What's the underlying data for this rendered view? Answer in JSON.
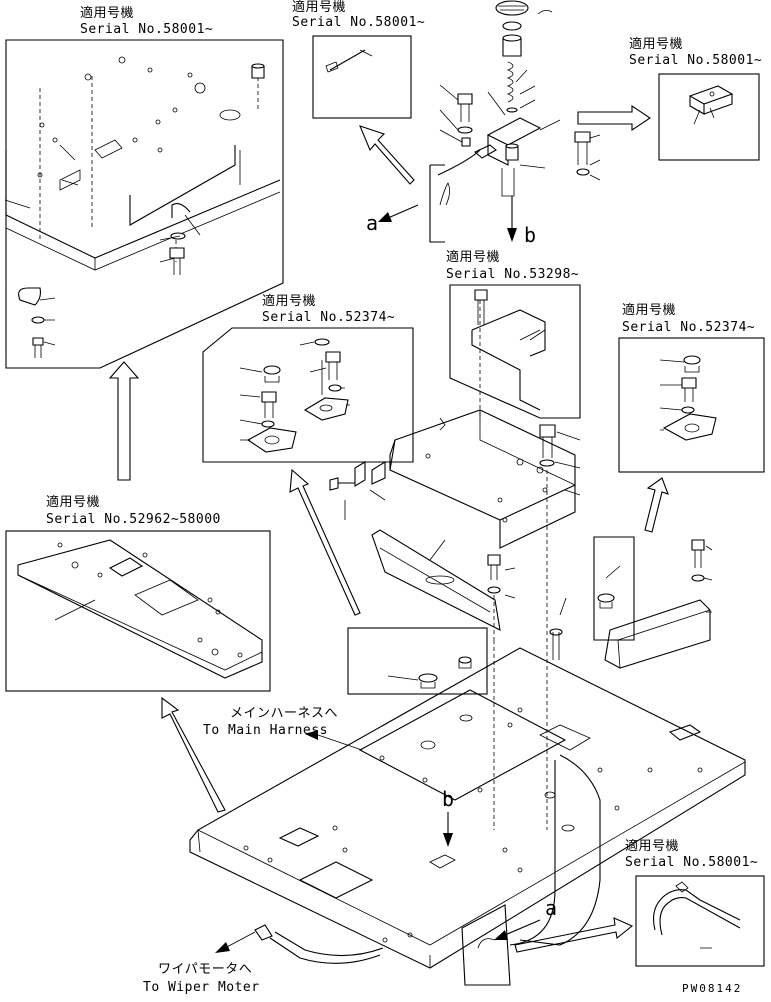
{
  "applicability_label": "適用号機",
  "serial_labels": {
    "upper_left": "Serial No.58001~",
    "top_center": "Serial No.58001~",
    "top_right": "Serial No.58001~",
    "center": "Serial No.53298~",
    "mid_left": "Serial No.52374~",
    "mid_right": "Serial No.52374~",
    "lower_left": "Serial No.52962~58000",
    "bottom_right": "Serial No.58001~"
  },
  "view_marks": {
    "a": "a",
    "b": "b"
  },
  "callouts": {
    "main_harness_jp": "メインハーネスへ",
    "main_harness_en": "To Main Harness",
    "wiper_motor_jp": "ワイパモータへ",
    "wiper_motor_en": "To Wiper Moter"
  },
  "drawing_code": "PW08142"
}
